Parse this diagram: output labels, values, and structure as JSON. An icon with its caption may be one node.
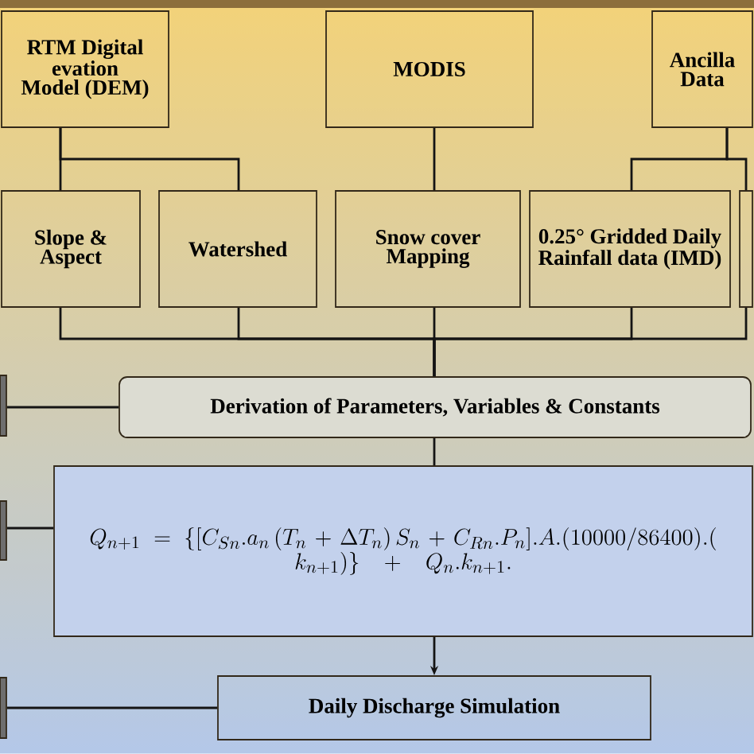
{
  "diagram": {
    "nodes": [
      {
        "text": [
          "RTM Digital evation Model (DEM)"
        ]
      },
      {
        "text": [
          "MODIS"
        ]
      },
      {
        "text": [
          "Ancilla Data"
        ]
      },
      {
        "text": [
          "Slope & Aspect"
        ]
      },
      {
        "text": [
          "Watershed"
        ]
      },
      {
        "text": [
          "Snow cover Mapping"
        ]
      },
      {
        "text": [
          "0.25° Gridded Daily Rainfall data (IMD)"
        ]
      },
      {
        "text": [],
        "shape": "box"
      },
      {
        "text": [
          "Derivation of Parameters, Variables & Constants"
        ]
      },
      {
        "text": [
          "Q_{n+1} = \\{[C_{Sn}.a_n\\,(T_n + \\Delta T_n)\\,S_n + C_{Rn}.P_n].A.(10000/86400).(",
          "k_{n+1})\\} + Q_n.k_{n+1}."
        ]
      },
      {
        "text": [
          "Daily Discharge Simulation"
        ]
      },
      {
        "text": [],
        "shape": "box"
      },
      {
        "text": [],
        "shape": "box"
      },
      {
        "text": [],
        "shape": "box"
      }
    ],
    "edges": [
      {
        "from": 0,
        "to": 3,
        "arrow": "none"
      },
      {
        "from": 0,
        "to": 4,
        "arrow": "none"
      },
      {
        "from": 1,
        "to": 5,
        "arrow": "none"
      },
      {
        "from": 2,
        "to": 6,
        "arrow": "none"
      },
      {
        "from": 2,
        "to": 7,
        "arrow": "none"
      },
      {
        "from": 3,
        "to": 8,
        "arrow": "none"
      },
      {
        "from": 4,
        "to": 8,
        "arrow": "none"
      },
      {
        "from": 5,
        "to": 8,
        "arrow": "none"
      },
      {
        "from": 6,
        "to": 8,
        "arrow": "none"
      },
      {
        "from": 7,
        "to": 8,
        "arrow": "none"
      },
      {
        "from": 8,
        "to": 9,
        "arrow": "none"
      },
      {
        "from": 9,
        "to": 10,
        "arrow": "to"
      },
      {
        "from": 11,
        "to": 8,
        "arrow": "none"
      },
      {
        "from": 12,
        "to": 9,
        "arrow": "none"
      },
      {
        "from": 13,
        "to": 10,
        "arrow": "none"
      }
    ]
  }
}
